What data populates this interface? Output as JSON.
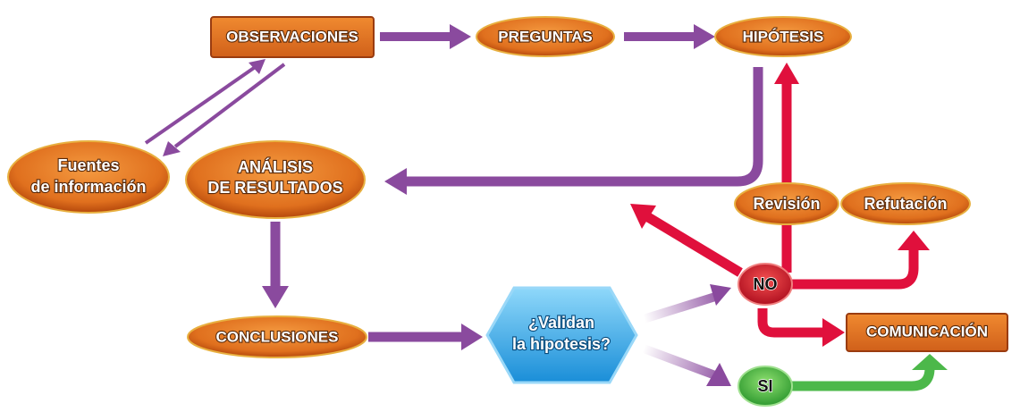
{
  "nodes": {
    "observaciones": "OBSERVACIONES",
    "preguntas": "PREGUNTAS",
    "hipotesis": "HIPÓTESIS",
    "fuentes_line1": "Fuentes",
    "fuentes_line2": "de información",
    "analisis_line1": "ANÁLISIS",
    "analisis_line2": "DE RESULTADOS",
    "revision": "Revisión",
    "refutacion": "Refutación",
    "conclusiones": "CONCLUSIONES",
    "validan_line1": "¿Validan",
    "validan_line2": "la hipotesis?",
    "no": "NO",
    "si": "SI",
    "comunicacion": "COMUNICACIÓN"
  },
  "colors": {
    "purple": "#8a4a9e",
    "red": "#e0103c",
    "green": "#4cb84a",
    "orange": "#e8782a",
    "blue": "#2ea6e6"
  }
}
